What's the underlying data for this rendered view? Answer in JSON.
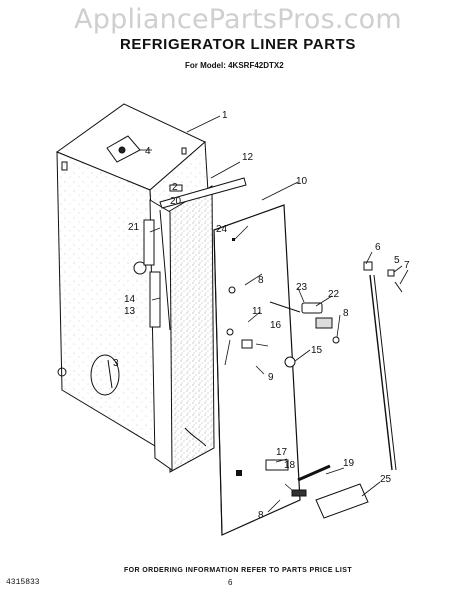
{
  "watermark": "AppliancePartsPros.com",
  "title": "REFRIGERATOR LINER PARTS",
  "model_line": "For Model: 4KSRF42DTX2",
  "footer": "FOR ORDERING INFORMATION REFER TO PARTS PRICE LIST",
  "doc_number": "4315833",
  "page_number": "6",
  "callouts": {
    "c1": "1",
    "c2": "2",
    "c3": "3",
    "c4": "4",
    "c5": "5",
    "c6": "6",
    "c7": "7",
    "c8a": "8",
    "c8b": "8",
    "c8c": "8",
    "c9": "9",
    "c10": "10",
    "c11": "11",
    "c12": "12",
    "c13": "13",
    "c14": "14",
    "c15": "15",
    "c16": "16",
    "c17": "17",
    "c18": "18",
    "c19": "19",
    "c20": "20",
    "c21": "21",
    "c22": "22",
    "c23": "23",
    "c24": "24",
    "c25": "25"
  }
}
